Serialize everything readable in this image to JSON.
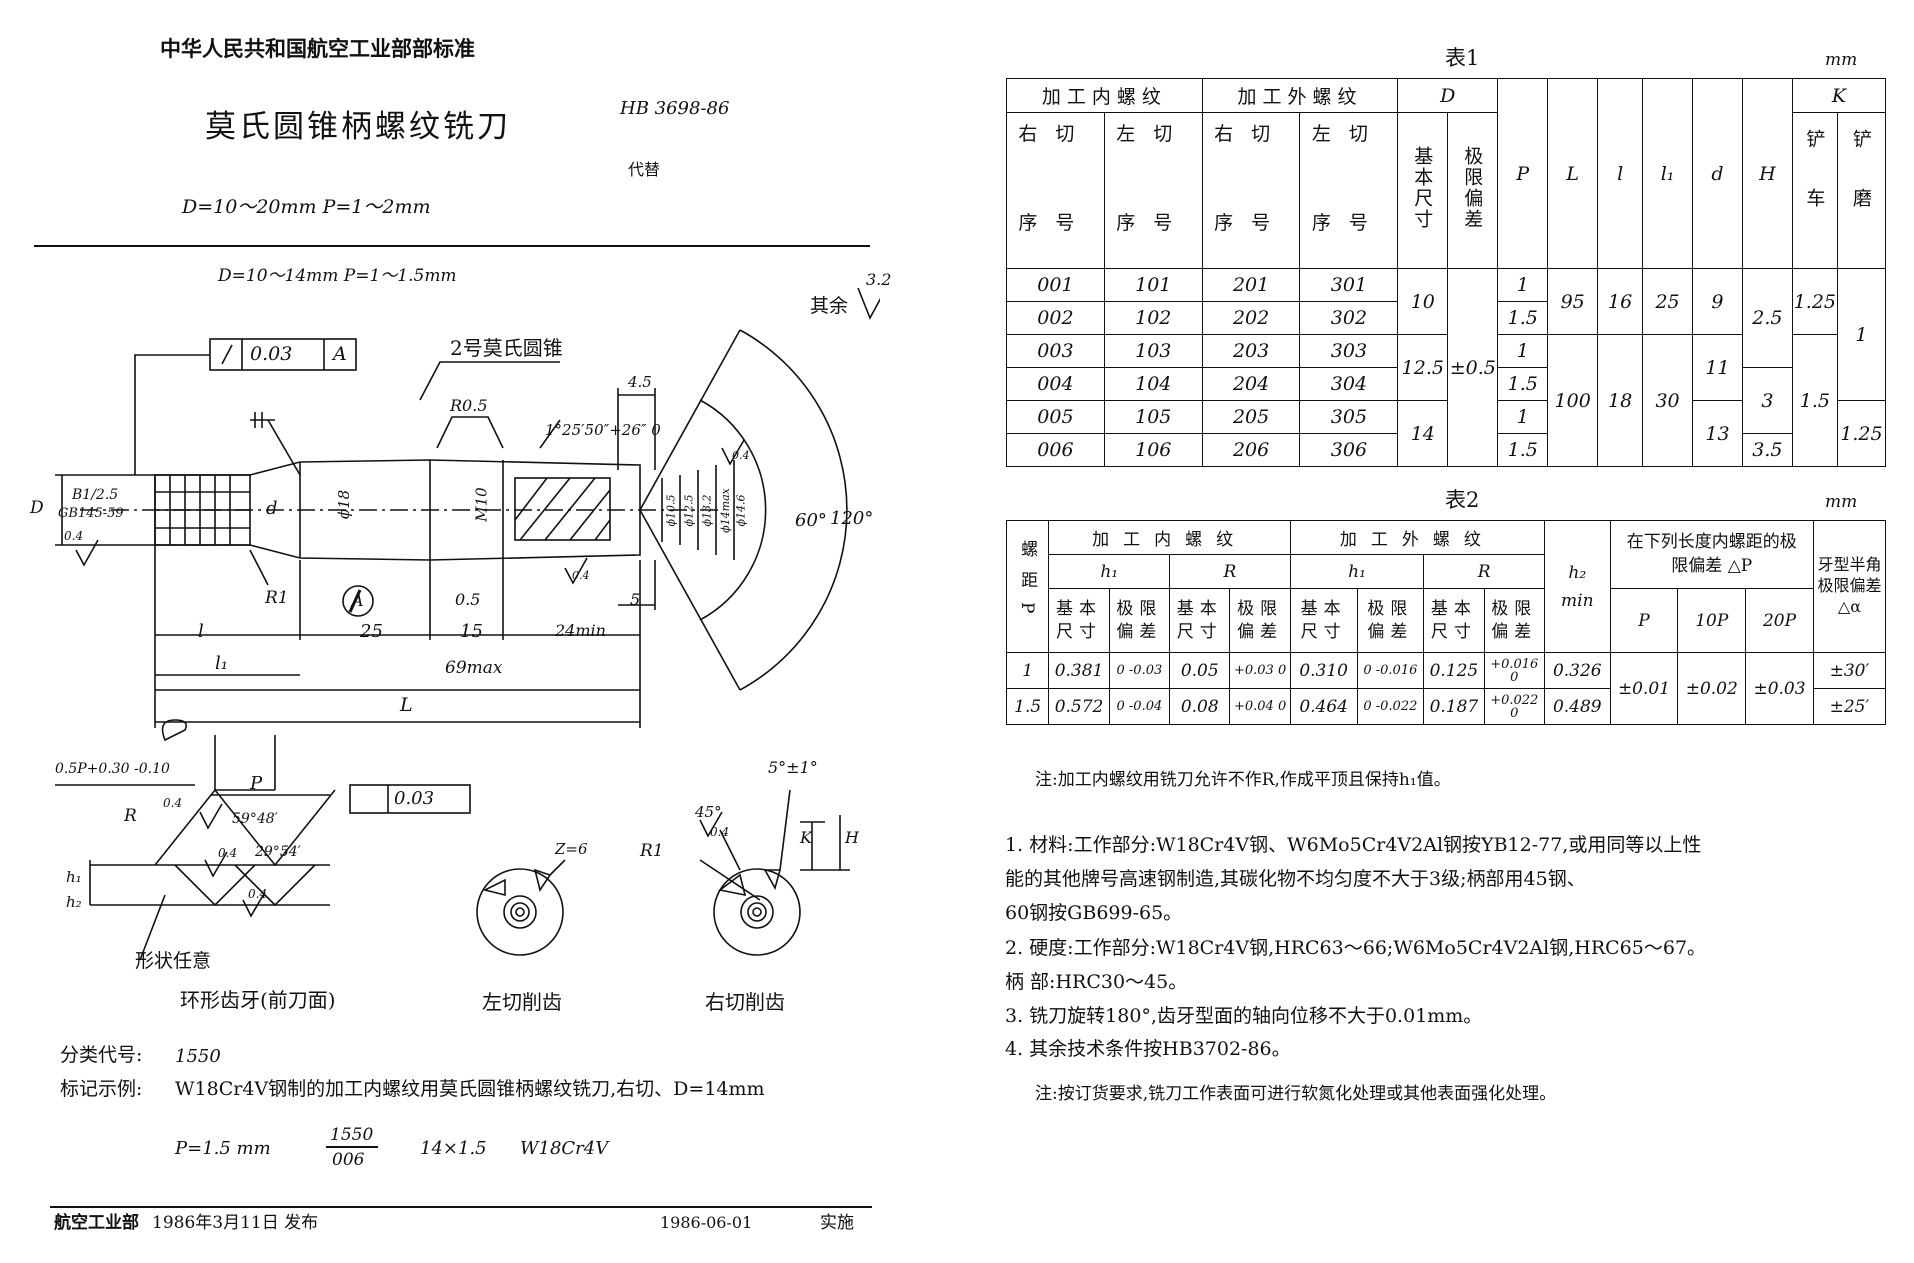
{
  "header": {
    "org": "中华人民共和国航空工业部部标准",
    "title": "莫氏圆锥柄螺纹铣刀",
    "std_no": "HB 3698-86",
    "replaces": "代替",
    "range": "D=10～20mm  P=1～2mm"
  },
  "drawing": {
    "sub_range": "D=10～14mm  P=1～1.5mm",
    "roughness_rest": "其余",
    "roughness_rest_val": "3.2",
    "tolerance_value": "0.03",
    "tolerance_datum": "A",
    "morse_label": "2号莫氏圆锥",
    "r05": "R0.5",
    "dim_45": "4.5",
    "angle_label": "1°25′50″+26″ 0",
    "center_hole": "B1/2.5",
    "center_hole_std": "GB145-59",
    "rough_04": "0.4",
    "phi18": "ϕ18",
    "m10": "M10",
    "phi105": "ϕ10.5",
    "phi125": "ϕ12.5",
    "phi132": "ϕ13.2",
    "phi14max": "ϕ14max",
    "phi146": "ϕ14.6",
    "ang60": "60°",
    "ang120": "120°",
    "D": "D",
    "d": "d",
    "R1": "R1",
    "datum_A": "A",
    "dim_05": "0.5",
    "dim_5": "5",
    "dim_l": "l",
    "dim_25": "25",
    "dim_15": "15",
    "dim_24min": "24min",
    "dim_l1": "l₁",
    "dim_69max": "69max",
    "dim_L": "L",
    "prof_tol": "0.5P+0.30 -0.10",
    "prof_P": "P",
    "prof_R": "R",
    "prof_04a": "0.4",
    "prof_ang1": "59°48′",
    "prof_04b": "0.4",
    "prof_ang2": "29°54′",
    "prof_04c": "0.4",
    "prof_h1": "h₁",
    "prof_h2": "h₂",
    "prof_sym_val": "0.03",
    "prof_shape": "形状任意",
    "prof_caption": "环形齿牙(前刀面)",
    "left_z": "Z=6",
    "left_caption": "左切削齿",
    "right_ang5": "5°±1°",
    "right_45": "45°",
    "right_04": "0.4",
    "right_R1": "R1",
    "right_K": "K",
    "right_H": "H",
    "right_caption": "右切削齿"
  },
  "classification": {
    "label": "分类代号:",
    "code": "1550",
    "mark_label": "标记示例:",
    "mark_text": "W18Cr4V钢制的加工内螺纹用莫氏圆锥柄螺纹铣刀,右切、D=14mm",
    "mark_p": "P=1.5 mm",
    "mark_num": "1550",
    "mark_den": "006",
    "mark_size": "14×1.5",
    "mark_mat": "W18Cr4V"
  },
  "footer": {
    "issuer": "航空工业部",
    "issue_date": "1986年3月11日 发布",
    "effective_date": "1986-06-01",
    "effective": "实施"
  },
  "table1": {
    "caption": "表1",
    "unit": "mm",
    "h_int": "加工内螺纹",
    "h_ext": "加工外螺纹",
    "h_D": "D",
    "h_right": "右切",
    "h_left": "左切",
    "h_seq": "序号",
    "h_basic": "基本尺寸",
    "h_dev": "极限偏差",
    "h_P": "P",
    "h_L": "L",
    "h_l": "l",
    "h_l1": "l₁",
    "h_d": "d",
    "h_H": "H",
    "h_K": "K",
    "h_shovel": "铲车",
    "h_grind": "铲磨",
    "seq": [
      [
        "001",
        "101",
        "201",
        "301"
      ],
      [
        "002",
        "102",
        "202",
        "302"
      ],
      [
        "003",
        "103",
        "203",
        "303"
      ],
      [
        "004",
        "104",
        "204",
        "304"
      ],
      [
        "005",
        "105",
        "205",
        "305"
      ],
      [
        "006",
        "106",
        "206",
        "306"
      ]
    ],
    "D_vals": [
      "10",
      "12.5",
      "14"
    ],
    "dev": "±0.5",
    "P_vals": [
      "1",
      "1.5",
      "1",
      "1.5",
      "1",
      "1.5"
    ],
    "L_vals": [
      "95",
      "100"
    ],
    "l_vals": [
      "16",
      "18"
    ],
    "l1_vals": [
      "25",
      "30"
    ],
    "d_vals": [
      "9",
      "11",
      "13"
    ],
    "H_vals": [
      "2.5",
      "3",
      "3.5"
    ],
    "Kc_vals": [
      "1.25",
      "1.5"
    ],
    "Kg_vals": [
      "1",
      "1.25"
    ]
  },
  "table2": {
    "caption": "表2",
    "unit": "mm",
    "h_pitch": "螺距P",
    "h_int": "加工内螺纹",
    "h_ext": "加工外螺纹",
    "h_h1": "h₁",
    "h_R": "R",
    "h_basic": "基本尺寸",
    "h_dev": "极限偏差",
    "h_h2": "h₂",
    "h_min": "min",
    "h_pitch_dev": "在下列长度内螺距的极限偏差 △P",
    "h_P": "P",
    "h_10P": "10P",
    "h_20P": "20P",
    "h_half": "牙型半角极限偏差△α",
    "rows": [
      {
        "p": "1",
        "ih1": "0.381",
        "ih1d": "0 -0.03",
        "iR": "0.05",
        "iRd": "+0.03 0",
        "eh1": "0.310",
        "eh1d": "0 -0.016",
        "eR": "0.125",
        "eRd": "+0.016 0",
        "h2": "0.326",
        "ha": "±30′"
      },
      {
        "p": "1.5",
        "ih1": "0.572",
        "ih1d": "0 -0.04",
        "iR": "0.08",
        "iRd": "+0.04 0",
        "eh1": "0.464",
        "eh1d": "0 -0.022",
        "eR": "0.187",
        "eRd": "+0.022 0",
        "h2": "0.489",
        "ha": "±25′"
      }
    ],
    "dp": "±0.01",
    "d10p": "±0.02",
    "d20p": "±0.03"
  },
  "notes": {
    "note1": "注:加工内螺纹用铣刀允许不作R,作成平顶且保持h₁值。",
    "items": [
      "1.  材料:工作部分:W18Cr4V钢、W6Mo5Cr4V2Al钢按YB12-77,或用同等以上性",
      "     能的其他牌号高速钢制造,其碳化物不均匀度不大于3级;柄部用45钢、",
      "     60钢按GB699-65。",
      "2.  硬度:工作部分:W18Cr4V钢,HRC63～66;W6Mo5Cr4V2Al钢,HRC65～67。",
      "           柄    部:HRC30～45。",
      "3.  铣刀旋转180°,齿牙型面的轴向位移不大于0.01mm。",
      "4.  其余技术条件按HB3702-86。"
    ],
    "note2": "注:按订货要求,铣刀工作表面可进行软氮化处理或其他表面强化处理。"
  }
}
